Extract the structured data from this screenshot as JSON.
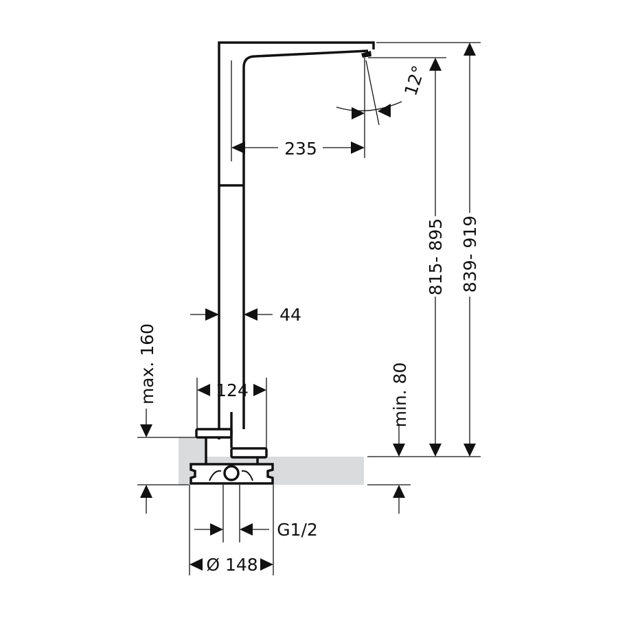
{
  "title": "Basin mixer dimension drawing",
  "dimensions": {
    "spout_reach": "235",
    "spout_angle": "12°",
    "body_width": "44",
    "base_width": "124",
    "max_thickness": "max. 160",
    "min_height": "min. 80",
    "height_spout": "815- 895",
    "height_total": "839- 919",
    "connection": "G1/2",
    "base_diameter": "Ø 148"
  },
  "colors": {
    "line": "#111111",
    "counter": "#d9dbdc"
  }
}
